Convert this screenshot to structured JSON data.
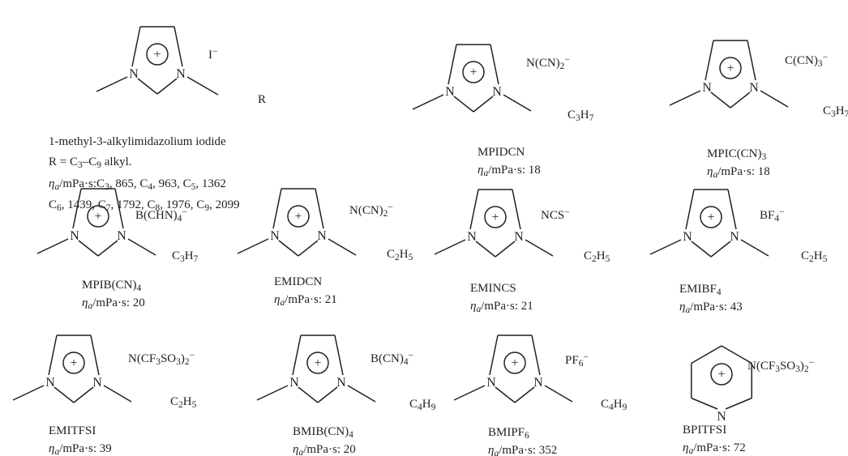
{
  "atom_label": "N",
  "charge_symbol": "+",
  "eta_symbol": "η",
  "eta_subscript": "a",
  "units": "/mPa·s: ",
  "compounds": [
    {
      "anion": [
        {
          "t": "I"
        },
        {
          "t": "−",
          "s": "sup"
        }
      ],
      "substituent": [
        {
          "t": "R"
        }
      ],
      "name": [
        {
          "t": "1-methyl-3-alkylimidazolium iodide"
        }
      ],
      "note": [
        {
          "t": "R = C"
        },
        {
          "t": "3",
          "s": "sub"
        },
        {
          "t": "–C"
        },
        {
          "t": "9",
          "s": "sub"
        },
        {
          "t": " alkyl."
        }
      ],
      "viscosity_lines": [
        [
          {
            "t": "C"
          },
          {
            "t": "3",
            "s": "sub"
          },
          {
            "t": ", 865, C"
          },
          {
            "t": "4",
            "s": "sub"
          },
          {
            "t": ", 963, C"
          },
          {
            "t": "5",
            "s": "sub"
          },
          {
            "t": ", 1362"
          }
        ],
        [
          {
            "t": "C"
          },
          {
            "t": "6",
            "s": "sub"
          },
          {
            "t": ", 1439, C"
          },
          {
            "t": "7",
            "s": "sub"
          },
          {
            "t": ", 1792, C"
          },
          {
            "t": "8",
            "s": "sub"
          },
          {
            "t": ", 1976, C"
          },
          {
            "t": "9",
            "s": "sub"
          },
          {
            "t": ", 2099"
          }
        ]
      ]
    },
    {
      "anion": [
        {
          "t": "N(CN)"
        },
        {
          "t": "2",
          "s": "sub"
        },
        {
          "t": "−",
          "s": "sup"
        }
      ],
      "substituent": [
        {
          "t": "C"
        },
        {
          "t": "3",
          "s": "sub"
        },
        {
          "t": "H"
        },
        {
          "t": "7",
          "s": "sub"
        }
      ],
      "name": [
        {
          "t": "MPIDCN"
        }
      ],
      "viscosity": "18"
    },
    {
      "anion": [
        {
          "t": "C(CN)"
        },
        {
          "t": "3",
          "s": "sub"
        },
        {
          "t": "−",
          "s": "sup"
        }
      ],
      "substituent": [
        {
          "t": "C"
        },
        {
          "t": "3",
          "s": "sub"
        },
        {
          "t": "H"
        },
        {
          "t": "7",
          "s": "sub"
        }
      ],
      "name": [
        {
          "t": "MPIC(CN)"
        },
        {
          "t": "3",
          "s": "sub"
        }
      ],
      "viscosity": "18"
    },
    {
      "anion": [
        {
          "t": "B(CHN)"
        },
        {
          "t": "4",
          "s": "sub"
        },
        {
          "t": "−",
          "s": "sup"
        }
      ],
      "substituent": [
        {
          "t": "C"
        },
        {
          "t": "3",
          "s": "sub"
        },
        {
          "t": "H"
        },
        {
          "t": "7",
          "s": "sub"
        }
      ],
      "name": [
        {
          "t": "MPIB(CN)"
        },
        {
          "t": "4",
          "s": "sub"
        }
      ],
      "viscosity": "20"
    },
    {
      "anion": [
        {
          "t": "N(CN)"
        },
        {
          "t": "2",
          "s": "sub"
        },
        {
          "t": "−",
          "s": "sup"
        }
      ],
      "substituent": [
        {
          "t": "C"
        },
        {
          "t": "2",
          "s": "sub"
        },
        {
          "t": "H"
        },
        {
          "t": "5",
          "s": "sub"
        }
      ],
      "name": [
        {
          "t": "EMIDCN"
        }
      ],
      "viscosity": "21"
    },
    {
      "anion": [
        {
          "t": "NCS"
        },
        {
          "t": "−",
          "s": "sup"
        }
      ],
      "substituent": [
        {
          "t": "C"
        },
        {
          "t": "2",
          "s": "sub"
        },
        {
          "t": "H"
        },
        {
          "t": "5",
          "s": "sub"
        }
      ],
      "name": [
        {
          "t": "EMINCS"
        }
      ],
      "viscosity": "21"
    },
    {
      "anion": [
        {
          "t": "BF"
        },
        {
          "t": "4",
          "s": "sub"
        },
        {
          "t": "−",
          "s": "sup"
        }
      ],
      "substituent": [
        {
          "t": "C"
        },
        {
          "t": "2",
          "s": "sub"
        },
        {
          "t": "H"
        },
        {
          "t": "5",
          "s": "sub"
        }
      ],
      "name": [
        {
          "t": "EMIBF"
        },
        {
          "t": "4",
          "s": "sub"
        }
      ],
      "viscosity": "43"
    },
    {
      "anion": [
        {
          "t": "N(CF"
        },
        {
          "t": "3",
          "s": "sub"
        },
        {
          "t": "SO"
        },
        {
          "t": "3",
          "s": "sub"
        },
        {
          "t": ")"
        },
        {
          "t": "2",
          "s": "sub"
        },
        {
          "t": "−",
          "s": "sup"
        }
      ],
      "substituent": [
        {
          "t": "C"
        },
        {
          "t": "2",
          "s": "sub"
        },
        {
          "t": "H"
        },
        {
          "t": "5",
          "s": "sub"
        }
      ],
      "name": [
        {
          "t": "EMITFSI"
        }
      ],
      "viscosity": "39"
    },
    {
      "anion": [
        {
          "t": "B(CN)"
        },
        {
          "t": "4",
          "s": "sub"
        },
        {
          "t": "−",
          "s": "sup"
        }
      ],
      "substituent": [
        {
          "t": "C"
        },
        {
          "t": "4",
          "s": "sub"
        },
        {
          "t": "H"
        },
        {
          "t": "9",
          "s": "sub"
        }
      ],
      "name": [
        {
          "t": "BMIB(CN)"
        },
        {
          "t": "4",
          "s": "sub"
        }
      ],
      "viscosity": "20"
    },
    {
      "anion": [
        {
          "t": "PF"
        },
        {
          "t": "6",
          "s": "sub"
        },
        {
          "t": "−",
          "s": "sup"
        }
      ],
      "substituent": [
        {
          "t": "C"
        },
        {
          "t": "4",
          "s": "sub"
        },
        {
          "t": "H"
        },
        {
          "t": "9",
          "s": "sub"
        }
      ],
      "name": [
        {
          "t": "BMIPF"
        },
        {
          "t": "6",
          "s": "sub"
        }
      ],
      "viscosity": "352"
    },
    {
      "anion": [
        {
          "t": "N(CF"
        },
        {
          "t": "3",
          "s": "sub"
        },
        {
          "t": "SO"
        },
        {
          "t": "3",
          "s": "sub"
        },
        {
          "t": ")"
        },
        {
          "t": "2",
          "s": "sub"
        },
        {
          "t": "−",
          "s": "sup"
        }
      ],
      "name": [
        {
          "t": "BPITFSI"
        }
      ],
      "viscosity": "72"
    }
  ]
}
